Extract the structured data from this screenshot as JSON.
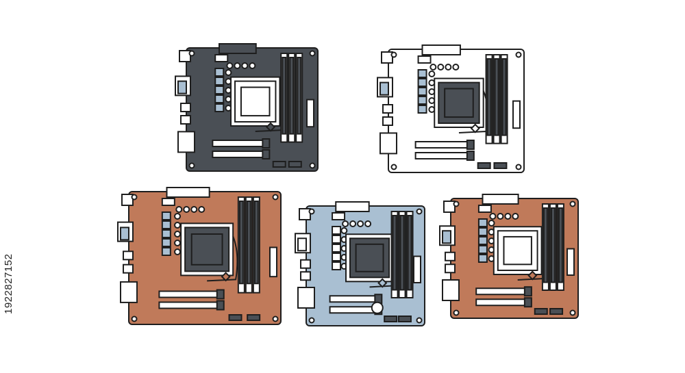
{
  "image_id_text": "1922827152",
  "colors": {
    "outline": "#1e1e1e",
    "board_dark": "#4a4f55",
    "board_white": "#ffffff",
    "board_copper": "#c07a5a",
    "board_blue": "#a9bfd2",
    "socket_dark": "#4a4f55",
    "socket_light": "#ffffff",
    "component_blue": "#a9bfd2",
    "slot_dark": "#4a4f55"
  },
  "boards": [
    {
      "name": "motherboard-dark",
      "board": "board_dark",
      "socket": "socket_light",
      "chip": "component_blue"
    },
    {
      "name": "motherboard-white",
      "board": "board_white",
      "socket": "socket_dark",
      "chip": "component_blue"
    },
    {
      "name": "motherboard-copper-large",
      "board": "board_copper",
      "socket": "socket_dark",
      "chip": "component_blue"
    },
    {
      "name": "motherboard-blue",
      "board": "board_blue",
      "socket": "socket_dark",
      "chip": "board_white"
    },
    {
      "name": "motherboard-copper-small",
      "board": "board_copper",
      "socket": "socket_light",
      "chip": "component_blue"
    }
  ]
}
